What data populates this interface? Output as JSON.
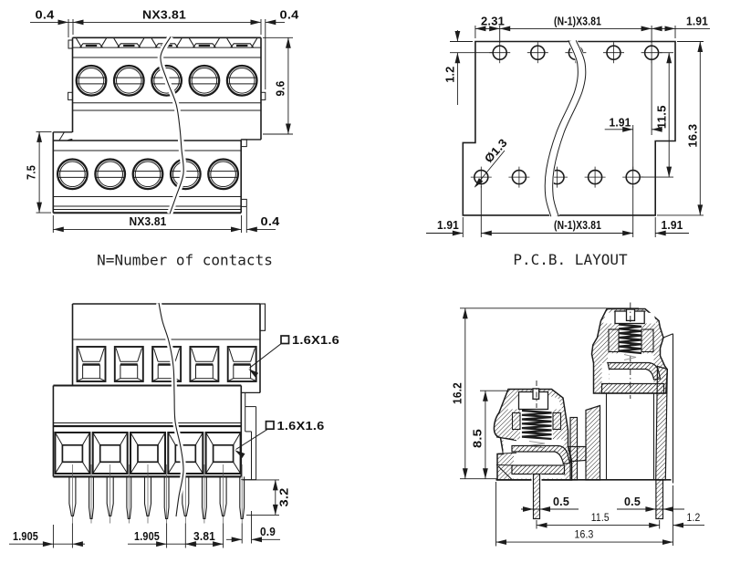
{
  "front": {
    "label": "N=Number of contacts",
    "dims": {
      "top_left_offset": "0.4",
      "top_pitch": "NX3.81",
      "top_right_offset": "0.4",
      "upper_height": "9.6",
      "lower_height": "7.5",
      "bottom_pitch": "NX3.81",
      "bottom_right_offset": "0.4"
    }
  },
  "pcb": {
    "label": "P.C.B. LAYOUT",
    "dims": {
      "left_inset": "2.31",
      "top_span": "(N-1)X3.81",
      "top_right_margin": "1.91",
      "top_edge_offset": "1.2",
      "hole_diameter": "Ø1.3",
      "row_stagger": "1.91",
      "row_spacing": "11.5",
      "board_height": "16.3",
      "bottom_left_margin": "1.91",
      "bottom_span": "(N-1)X3.81",
      "bottom_right_margin": "1.91"
    }
  },
  "rear": {
    "dims": {
      "upper_opening": "1.6X1.6",
      "lower_opening": "1.6X1.6",
      "pin_length": "3.2",
      "left_pin_offset": "1.905",
      "pin_stagger": "1.905",
      "pin_pitch": "3.81",
      "pin_edge_offset": "0.9"
    }
  },
  "section": {
    "dims": {
      "total_height": "16.2",
      "lower_unit_height": "8.5",
      "left_pin_width": "0.5",
      "right_pin_width": "0.5",
      "pin_spacing": "11.5",
      "rear_offset": "1.2",
      "total_depth": "16.3"
    }
  }
}
